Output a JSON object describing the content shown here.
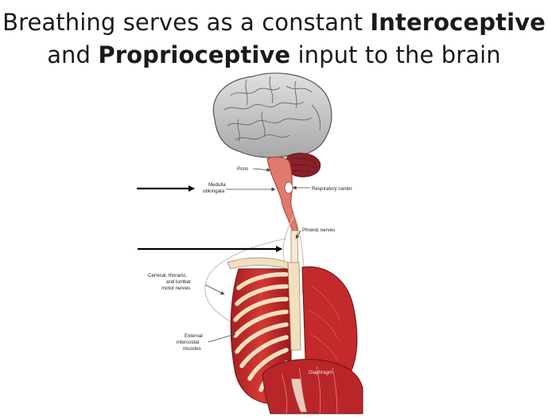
{
  "slide": {
    "title_line1_prefix": "Breathing serves as a constant ",
    "title_line1_bold": "Interoceptive",
    "title_line2_prefix": "and ",
    "title_line2_bold": "Proprioceptive",
    "title_line2_suffix": " input to the brain"
  },
  "diagram": {
    "labels": {
      "pons": "Pons",
      "medulla_1": "Medulla",
      "medulla_2": "oblongata",
      "respiratory_center": "Respiratory center",
      "phrenic_nerves": "Phrenic nerves",
      "cervical_1": "Cervical, thoracic,",
      "cervical_2": "and lumbar",
      "cervical_3": "motor nerves",
      "external_1": "External",
      "external_2": "intercostal",
      "external_3": "muscles",
      "diaphragm": "Diaphragm"
    },
    "colors": {
      "brain": "#c9c9c9",
      "muscle": "#c4292b",
      "bone": "#f3dfc0",
      "arrow": "#000000"
    }
  }
}
